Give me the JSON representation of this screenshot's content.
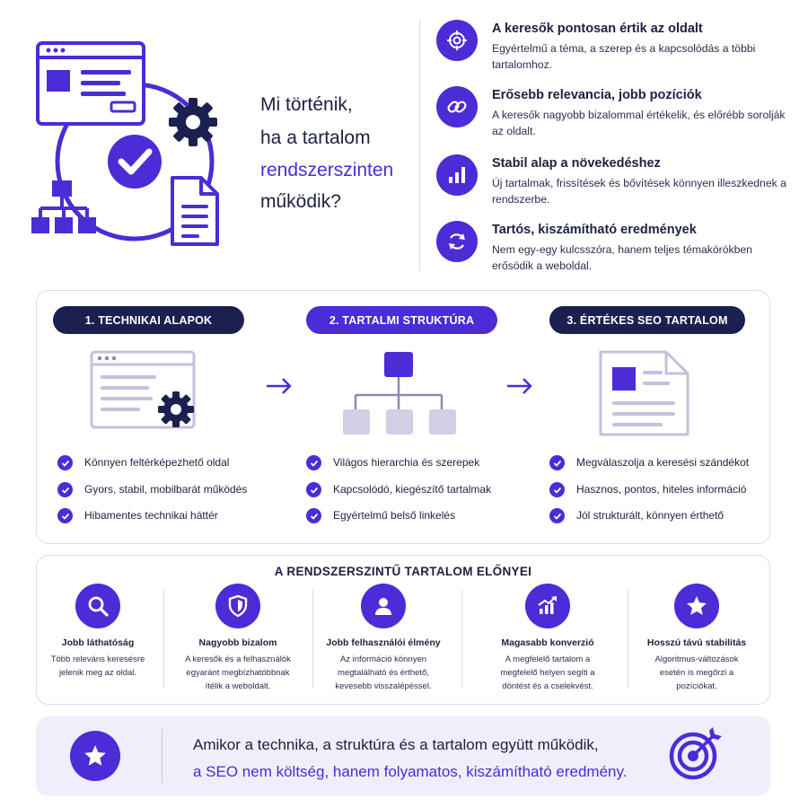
{
  "hero": {
    "question_lines": [
      "Mi történik,",
      "ha a tartalom",
      "rendszerszinten",
      "működik?"
    ],
    "accent_line_index": 2
  },
  "benefits": [
    {
      "icon": "target-icon",
      "title": "A keresők pontosan értik az oldalt",
      "desc": "Egyértelmű a téma, a szerep és a kapcsolódás a többi tartalomhoz."
    },
    {
      "icon": "link-icon",
      "title": "Erősebb relevancia, jobb pozíciók",
      "desc": "A keresők nagyobb bizalommal értékelik, és előrébb sorolják az oldalt."
    },
    {
      "icon": "bar-chart-icon",
      "title": "Stabil alap a növekedéshez",
      "desc": "Új tartalmak, frissítések és bővítések könnyen illeszkednek a rendszerbe."
    },
    {
      "icon": "refresh-icon",
      "title": "Tartós, kiszámítható eredmények",
      "desc": "Nem egy-egy kulcsszóra, hanem teljes témakörökben erősödik a weboldal."
    }
  ],
  "steps": [
    {
      "label": "1. TECHNIKAI ALAPOK",
      "style": "dark",
      "items": [
        "Könnyen feltérképezhető oldal",
        "Gyors, stabil, mobilbarát működés",
        "Hibamentes technikai háttér"
      ]
    },
    {
      "label": "2. TARTALMI STRUKTÚRA",
      "style": "purple",
      "items": [
        "Világos hierarchia és szerepek",
        "Kapcsolódó, kiegészítő tartalmak",
        "Egyértelmű belső linkelés"
      ]
    },
    {
      "label": "3. ÉRTÉKES SEO TARTALOM",
      "style": "dark",
      "items": [
        "Megválaszolja a keresési szándékot",
        "Hasznos, pontos, hiteles információ",
        "Jól strukturált, könnyen érthető"
      ]
    }
  ],
  "advantages": {
    "title": "A RENDSZERSZINTŰ TARTALOM ELŐNYEI",
    "items": [
      {
        "icon": "search-icon",
        "name": "Jobb láthatóság",
        "desc": "Több releváns keresésre jelenik meg az oldal."
      },
      {
        "icon": "shield-icon",
        "name": "Nagyobb bizalom",
        "desc": "A keresők és a felhasználók egyaránt megbízhatóbbnak ítélik a weboldalt."
      },
      {
        "icon": "user-icon",
        "name": "Jobb felhasználói élmény",
        "desc": "Az információ könnyen megtalálható és érthető, kevesebb visszalépéssel."
      },
      {
        "icon": "growth-chart-icon",
        "name": "Magasabb konverzió",
        "desc": "A megfelelő tartalom a megfelelő helyen segíti a döntést és a cselekvést."
      },
      {
        "icon": "star-icon",
        "name": "Hosszú távú stabilitás",
        "desc": "Algoritmus-változások esetén is megőrzi a pozíciókat."
      }
    ]
  },
  "banner": {
    "line1": "Amikor a technika, a struktúra és a tartalom együtt működik,",
    "line2": "a SEO nem költség, hanem folyamatos, kiszámítható eredmény."
  },
  "colors": {
    "accent": "#4b2cd6",
    "navy": "#1a2150",
    "light": "#f0eefb"
  }
}
